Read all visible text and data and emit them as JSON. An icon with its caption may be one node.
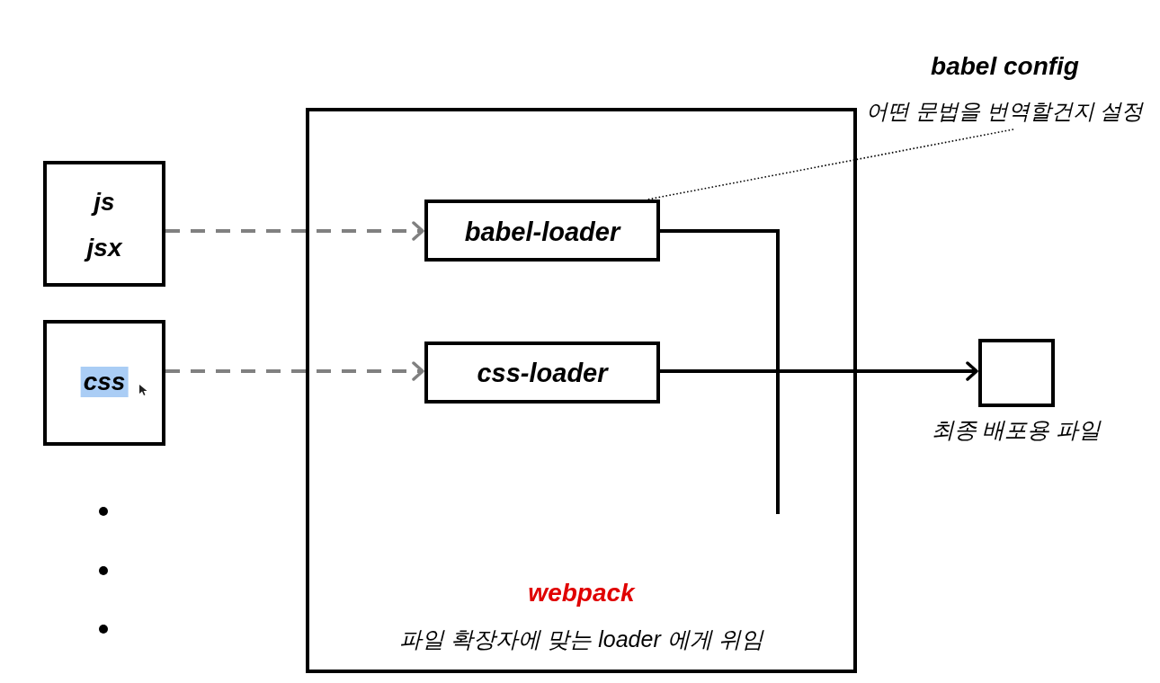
{
  "diagram": {
    "nodes": [
      {
        "text": [
          "js",
          "jsx"
        ]
      },
      {
        "text": [
          "css"
        ]
      },
      {
        "text": [
          "webpack",
          "파일 확장자에 맞는 loader 에게 위임"
        ]
      },
      {
        "text": [
          "babel-loader"
        ],
        "in": 2
      },
      {
        "text": [
          "css-loader"
        ],
        "in": 2
      },
      {
        "text": [],
        "shape": "box",
        "beside": [
          "최종 배포용 파일"
        ]
      },
      {
        "text": [
          "babel config",
          "어떤 문법을 번역할건지 설정"
        ]
      }
    ],
    "edges": [
      {
        "from": 0,
        "to": 3,
        "arrow": "to",
        "style": "dashed",
        "color": "#808080"
      },
      {
        "from": 1,
        "to": 4,
        "arrow": "to",
        "style": "dashed",
        "color": "#808080"
      },
      {
        "from": 3,
        "to": 5,
        "arrow": "to"
      },
      {
        "from": 4,
        "to": 5,
        "arrow": "to"
      },
      {
        "from": 6,
        "to": 3,
        "arrow": "none",
        "style": "dashed"
      }
    ]
  }
}
